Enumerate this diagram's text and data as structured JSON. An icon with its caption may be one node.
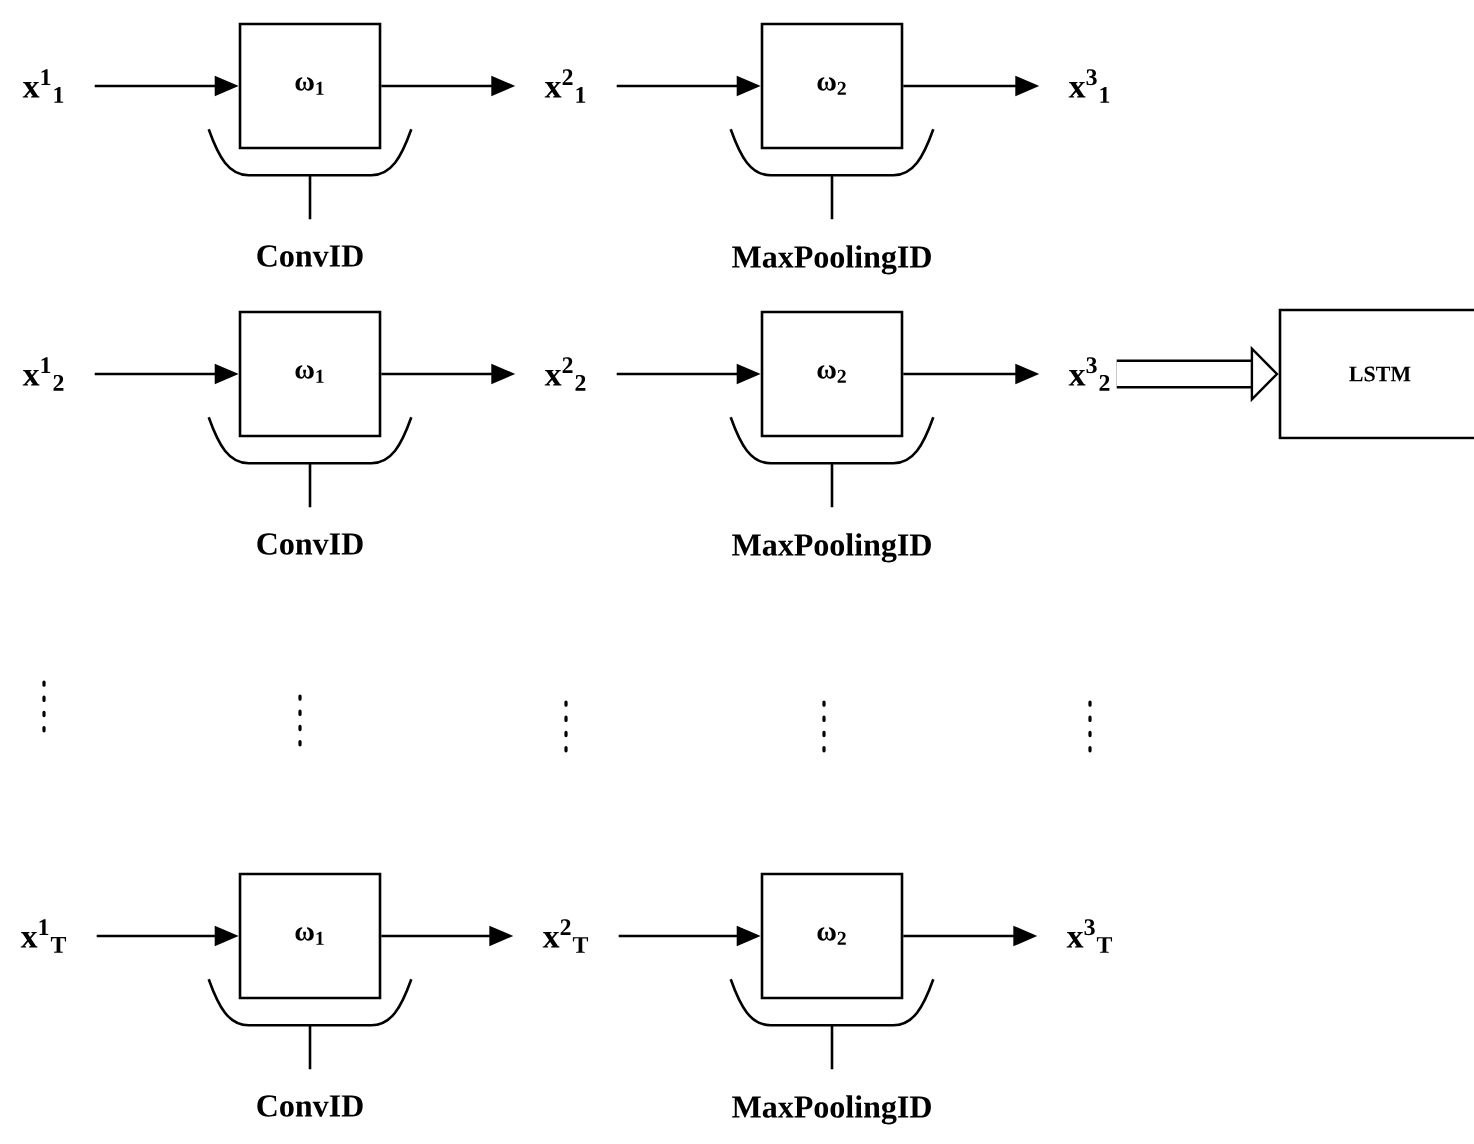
{
  "diagram": {
    "nodes": [
      {
        "text": [
          "x$^{1}$$_{1}$"
        ]
      },
      {
        "text": [
          "ω$_{1}$"
        ]
      },
      {
        "text": [
          "x$^{2}$$_{1}$"
        ]
      },
      {
        "text": [
          "ω$_{2}$"
        ]
      },
      {
        "text": [
          "x$^{3}$$_{1}$"
        ]
      },
      {
        "text": [
          "x$^{1}$$_{2}$"
        ]
      },
      {
        "text": [
          "ω$_{1}$"
        ]
      },
      {
        "text": [
          "x$^{2}$$_{2}$"
        ]
      },
      {
        "text": [
          "ω$_{2}$"
        ]
      },
      {
        "text": [
          "x$^{3}$$_{2}$"
        ]
      },
      {
        "text": [
          "LSTM"
        ]
      },
      {
        "text": [
          "x$^{1}$$_{T}$"
        ]
      },
      {
        "text": [
          "ω$_{1}$"
        ]
      },
      {
        "text": [
          "x$^{2}$$_{T}$"
        ]
      },
      {
        "text": [
          "ω$_{2}$"
        ]
      },
      {
        "text": [
          "x$^{3}$$_{T}$"
        ]
      }
    ],
    "edges": [
      {
        "from": 0,
        "to": 1,
        "arrow": "to"
      },
      {
        "from": 1,
        "to": 2,
        "arrow": "to"
      },
      {
        "from": 2,
        "to": 3,
        "arrow": "to"
      },
      {
        "from": 3,
        "to": 4,
        "arrow": "to"
      },
      {
        "from": 5,
        "to": 6,
        "arrow": "to"
      },
      {
        "from": 6,
        "to": 7,
        "arrow": "to"
      },
      {
        "from": 7,
        "to": 8,
        "arrow": "to"
      },
      {
        "from": 8,
        "to": 9,
        "arrow": "to"
      },
      {
        "from": 9,
        "to": 10,
        "arrow": "to",
        "style": "thick"
      },
      {
        "from": 11,
        "to": 12,
        "arrow": "to"
      },
      {
        "from": 12,
        "to": 13,
        "arrow": "to"
      },
      {
        "from": 13,
        "to": 14,
        "arrow": "to"
      },
      {
        "from": 14,
        "to": 15,
        "arrow": "to"
      }
    ],
    "labels": [
      "ConvID",
      "MaxPoolingID",
      "ConvID",
      "MaxPoolingID",
      "ConvID",
      "MaxPoolingID"
    ]
  }
}
